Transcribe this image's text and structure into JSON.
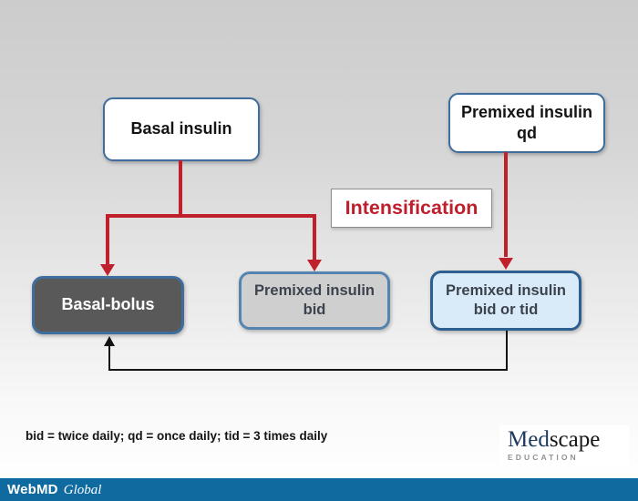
{
  "diagram": {
    "nodes": [
      {
        "id": "basal_insulin",
        "lines": [
          "Basal insulin"
        ]
      },
      {
        "id": "premixed_qd",
        "lines": [
          "Premixed insulin",
          "qd"
        ]
      },
      {
        "id": "basal_bolus",
        "lines": [
          "Basal-bolus"
        ]
      },
      {
        "id": "premixed_bid",
        "lines": [
          "Premixed insulin",
          "bid"
        ]
      },
      {
        "id": "premixed_bid_tid",
        "lines": [
          "Premixed insulin",
          "bid or tid"
        ]
      }
    ],
    "annotation": {
      "label": "Intensification"
    },
    "edges": [
      {
        "from": "basal_insulin",
        "to": "basal_bolus",
        "color": "#bf202c"
      },
      {
        "from": "basal_insulin",
        "to": "premixed_bid",
        "color": "#bf202c"
      },
      {
        "from": "premixed_qd",
        "to": "premixed_bid_tid",
        "color": "#bf202c"
      },
      {
        "from": "premixed_bid_tid",
        "to": "basal_bolus",
        "color": "#141414"
      }
    ]
  },
  "footnote": {
    "text": "bid = twice daily; qd = once daily; tid = 3 times daily"
  },
  "branding": {
    "medscape": {
      "med": "Med",
      "scape": "scape",
      "education": "EDUCATION"
    },
    "webmd": {
      "name": "WebMD",
      "suffix": "Global"
    }
  },
  "colors": {
    "accent_red": "#bf202c",
    "footer_bar_blue": "#0f6aa0",
    "node_border_blue": "#3e6d9e",
    "basal_bolus_fill": "#595959",
    "premixed_bid_fill": "#cfcfcf",
    "premixed_bid_tid_fill": "#d9ebf8",
    "logo_med_navy": "#1e3a5f"
  }
}
